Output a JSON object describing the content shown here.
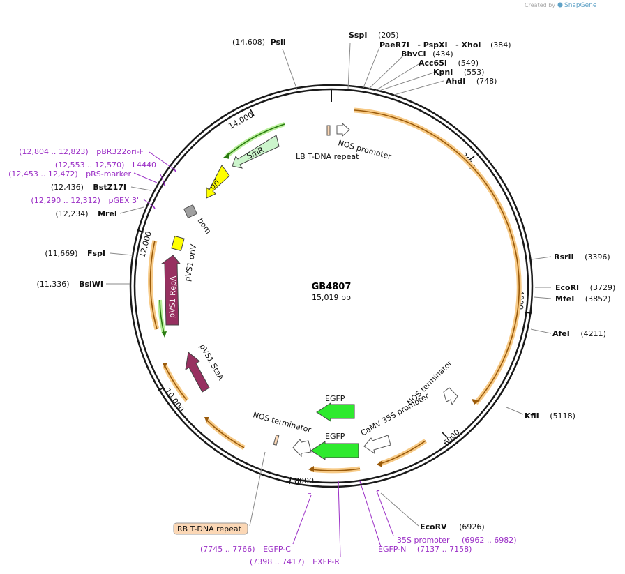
{
  "credit": {
    "prefix": "Created by",
    "brand": "SnapGene"
  },
  "plasmid": {
    "name": "GB4807",
    "size_label": "15,019 bp"
  },
  "ticks": [
    "2000",
    "4000",
    "6000",
    "8000",
    "10,000",
    "12,000",
    "14,000"
  ],
  "sites": [
    {
      "id": "psii",
      "pos": "(14,608)",
      "name": "PsiI"
    },
    {
      "id": "sspi",
      "pos": "(205)",
      "name": "SspI"
    },
    {
      "id": "paer7i",
      "pos": "(384)",
      "name": "PaeR7I",
      "extra1": "- PspXI",
      "extra2": "- XhoI"
    },
    {
      "id": "bbvci",
      "pos": "(434)",
      "name": "BbvCI"
    },
    {
      "id": "acc65i",
      "pos": "(549)",
      "name": "Acc65I"
    },
    {
      "id": "kpni",
      "pos": "(553)",
      "name": "KpnI"
    },
    {
      "id": "ahdi",
      "pos": "(748)",
      "name": "AhdI"
    },
    {
      "id": "rsrii",
      "pos": "(3396)",
      "name": "RsrII"
    },
    {
      "id": "ecori",
      "pos": "(3729)",
      "name": "EcoRI"
    },
    {
      "id": "mfei",
      "pos": "(3852)",
      "name": "MfeI"
    },
    {
      "id": "afei",
      "pos": "(4211)",
      "name": "AfeI"
    },
    {
      "id": "kfli",
      "pos": "(5118)",
      "name": "KflI"
    },
    {
      "id": "ecorv",
      "pos": "(6926)",
      "name": "EcoRV"
    },
    {
      "id": "bstz17i",
      "pos": "(12,436)",
      "name": "BstZ17I"
    },
    {
      "id": "mrei",
      "pos": "(12,234)",
      "name": "MreI"
    },
    {
      "id": "fspi",
      "pos": "(11,669)",
      "name": "FspI"
    },
    {
      "id": "bsiwi",
      "pos": "(11,336)",
      "name": "BsiWI"
    }
  ],
  "primers": [
    {
      "id": "pbr322",
      "range": "(12,804 .. 12,823)",
      "name": "pBR322ori-F"
    },
    {
      "id": "l4440",
      "range": "(12,553 .. 12,570)",
      "name": "L4440"
    },
    {
      "id": "prs",
      "range": "(12,453 .. 12,472)",
      "name": "pRS-marker"
    },
    {
      "id": "pgex",
      "range": "(12,290 .. 12,312)",
      "name": "pGEX 3'"
    },
    {
      "id": "p35s",
      "range": "(6962 .. 6982)",
      "name": "35S promoter"
    },
    {
      "id": "egfpn",
      "range": "(7137 .. 7158)",
      "name": "EGFP-N"
    },
    {
      "id": "egfpc",
      "range": "(7745 .. 7766)",
      "name": "EGFP-C"
    },
    {
      "id": "exfpr",
      "range": "(7398 .. 7417)",
      "name": "EXFP-R"
    }
  ],
  "features": {
    "lb": "LB T-DNA repeat",
    "nos_promoter": "NOS promoter",
    "smr": "SmR",
    "ori": "ori",
    "bom": "bom",
    "pvs1_oriv": "pVS1 oriV",
    "pvs1_repa": "pVS1 RepA",
    "pvs1_staa": "pVS1 StaA",
    "nos_term_right": "NOS terminator",
    "camv": "CaMV 35S promoter",
    "egfp1": "EGFP",
    "egfp2": "EGFP",
    "nos_term_left": "NOS terminator",
    "rb": "RB T-DNA repeat"
  },
  "colors": {
    "backbone": "#1a1a1a",
    "orf_orange": "#f7ca86",
    "orf_dark": "#9a5a0a",
    "smr_fill": "#ccf5cc",
    "ori_fill": "#ffff00",
    "egfp_fill": "#2eea2e",
    "pvs1_fill": "#973060",
    "bom_fill": "#a0a0a0",
    "primer": "#9b2fc6",
    "rb_fill": "#fbd7b5"
  }
}
